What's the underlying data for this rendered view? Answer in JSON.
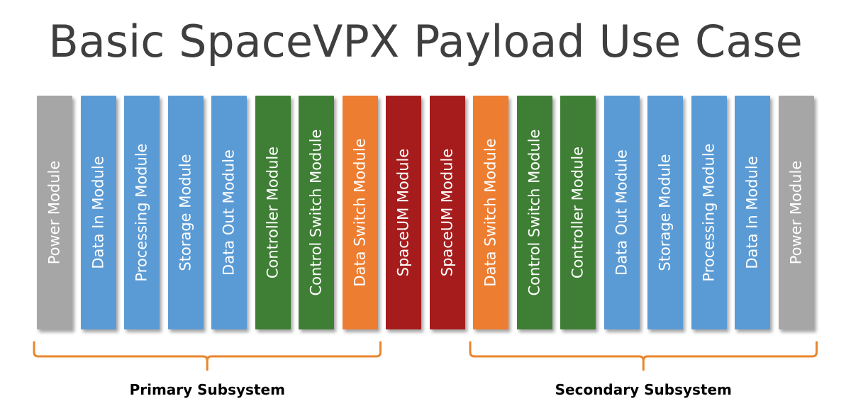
{
  "title": "Basic SpaceVPX Payload Use Case",
  "colors": {
    "power": "#a6a6a6",
    "data": "#5b9bd5",
    "control": "#3f7f35",
    "switch": "#ed7d31",
    "spaceum": "#a61c1c",
    "bracket": "#e8862e"
  },
  "modules": [
    {
      "label": "Power Module",
      "kind": "power"
    },
    {
      "label": "Data In Module",
      "kind": "data"
    },
    {
      "label": "Processing Module",
      "kind": "data"
    },
    {
      "label": "Storage Module",
      "kind": "data"
    },
    {
      "label": "Data Out Module",
      "kind": "data"
    },
    {
      "label": "Controller Module",
      "kind": "control"
    },
    {
      "label": "Control Switch Module",
      "kind": "control"
    },
    {
      "label": "Data Switch Module",
      "kind": "switch"
    },
    {
      "label": "SpaceUM Module",
      "kind": "spaceum"
    },
    {
      "label": "SpaceUM Module",
      "kind": "spaceum"
    },
    {
      "label": "Data Switch Module",
      "kind": "switch"
    },
    {
      "label": "Control Switch Module",
      "kind": "control"
    },
    {
      "label": "Controller Module",
      "kind": "control"
    },
    {
      "label": "Data Out Module",
      "kind": "data"
    },
    {
      "label": "Storage Module",
      "kind": "data"
    },
    {
      "label": "Processing Module",
      "kind": "data"
    },
    {
      "label": "Data In Module",
      "kind": "data"
    },
    {
      "label": "Power Module",
      "kind": "power"
    }
  ],
  "subsystems": {
    "primary": {
      "label": "Primary Subsystem",
      "first_module": 0,
      "last_module": 7
    },
    "secondary": {
      "label": "Secondary Subsystem",
      "first_module": 10,
      "last_module": 17
    }
  }
}
